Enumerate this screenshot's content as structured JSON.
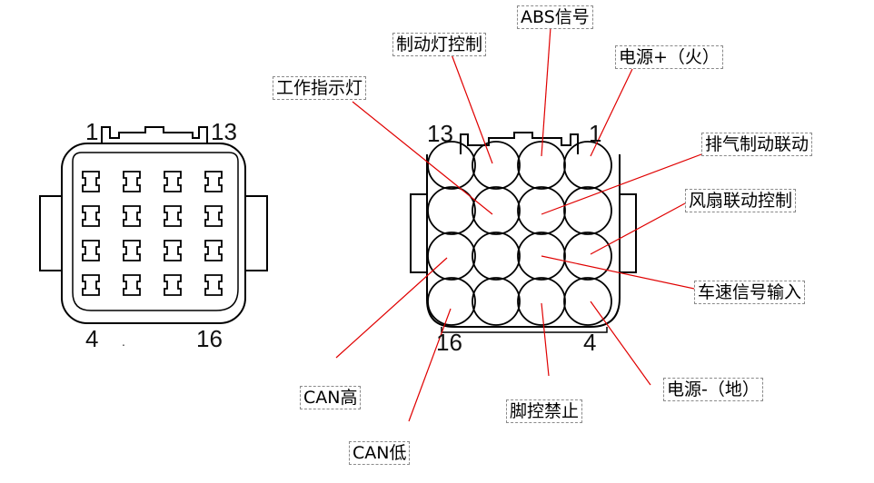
{
  "left_connector": {
    "pin_labels": {
      "top_left": "1",
      "top_right": "13",
      "bottom_left": "4",
      "bottom_right": "16"
    },
    "dot": "."
  },
  "right_connector": {
    "pin_labels": {
      "top_left": "13",
      "top_right": "1",
      "bottom_left": "16",
      "bottom_right": "4"
    }
  },
  "pin_functions": {
    "abs_signal": "ABS信号",
    "brake_light_control": "制动灯控制",
    "power_positive": "电源+（火）",
    "work_indicator_light": "工作指示灯",
    "exhaust_brake_link": "排气制动联动",
    "fan_link_control": "风扇联动控制",
    "vehicle_speed_input": "车速信号输入",
    "power_negative": "电源-（地）",
    "foot_control_disable": "脚控禁止",
    "can_high": "CAN高",
    "can_low": "CAN低"
  },
  "colors": {
    "line": "#000000",
    "leader": "#e00000",
    "label_border": "#8a8a8a"
  }
}
